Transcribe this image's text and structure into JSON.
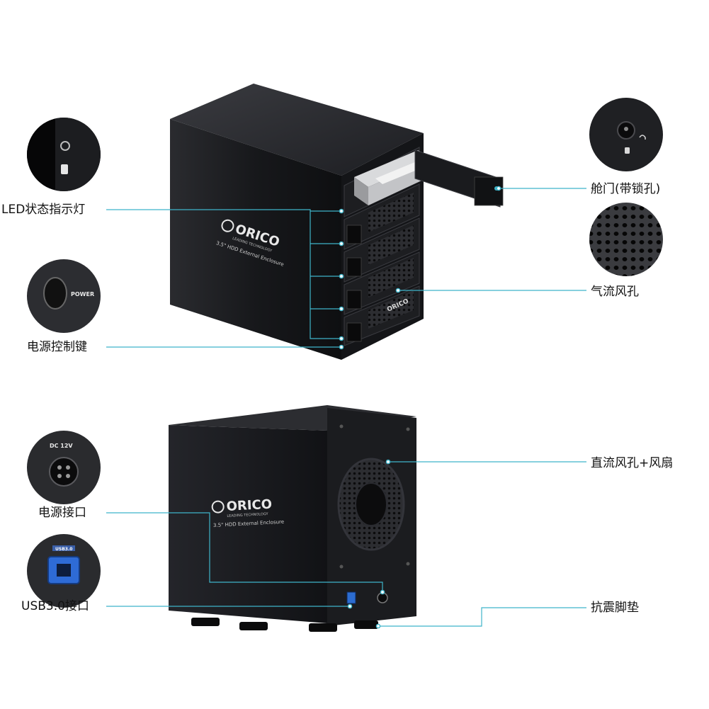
{
  "labels": {
    "led": "LED状态指示灯",
    "power_key": "电源控制键",
    "bay_door": "舱门(带锁孔)",
    "vents": "气流风孔",
    "dc_fan": "直流风孔+风扇",
    "power_port": "电源接口",
    "usb_port": "USB3.0接口",
    "feet": "抗震脚垫"
  },
  "logo": {
    "front_brand": "ORICO",
    "rear_brand": "ORICO",
    "sub_line": "LEADING TECHNOLOGY",
    "model_line": "3.5\" HDD External Enclosure",
    "tray_brand": "ORICO"
  },
  "thumb_text": {
    "power": "POWER",
    "dc": "DC 12V",
    "usb": "USB3.0"
  },
  "colors": {
    "accent": "#3fb4c9",
    "body": "#1c1d20"
  }
}
